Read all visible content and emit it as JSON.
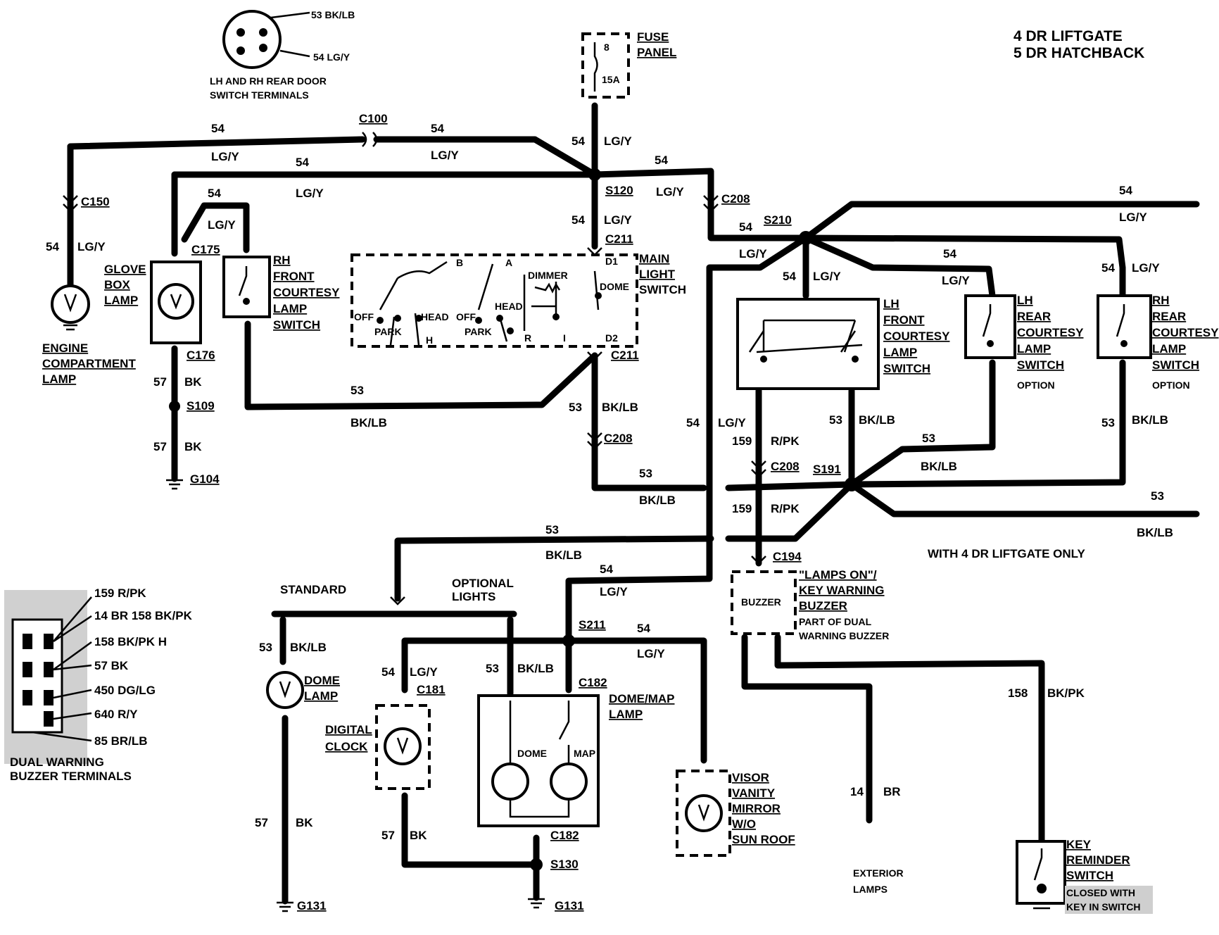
{
  "title": {
    "line1": "4 DR LIFTGATE",
    "line2": "5 DR HATCHBACK"
  },
  "door_terminals": {
    "wire_a": "53 BK/LB",
    "wire_b": "54 LG/Y",
    "label_line1": "LH AND RH  REAR DOOR",
    "label_line2": "SWITCH TERMINALS"
  },
  "fuse_panel": {
    "label_line1": "FUSE",
    "label_line2": "PANEL",
    "fuse_no": "8",
    "rating": "15A"
  },
  "connectors": {
    "c100": "C100",
    "c150": "C150",
    "c175": "C175",
    "c176": "C176",
    "c208": "C208",
    "c211": "C211",
    "c194": "C194",
    "c181": "C181",
    "c182": "C182"
  },
  "splices": {
    "s120": "S120",
    "s109": "S109",
    "s210": "S210",
    "s191": "S191",
    "s211": "S211",
    "s130": "S130"
  },
  "grounds": {
    "g104": "G104",
    "g131": "G131",
    "g131b": "G131"
  },
  "wire_nums": {
    "n54": "54",
    "n53": "53",
    "n57": "57",
    "n159": "159",
    "n158": "158",
    "n14": "14"
  },
  "wire_colors": {
    "lgy": "LG/Y",
    "bklb": "BK/LB",
    "bk": "BK",
    "rpk": "R/PK",
    "bkpk": "BK/PK",
    "br": "BR"
  },
  "components": {
    "engine_lamp": [
      "ENGINE",
      "COMPARTMENT",
      "LAMP"
    ],
    "glove_box": [
      "GLOVE",
      "BOX",
      "LAMP"
    ],
    "rh_front": [
      "RH",
      "FRONT",
      "COURTESY",
      "LAMP",
      "SWITCH"
    ],
    "main_light": [
      "MAIN",
      "LIGHT",
      "SWITCH"
    ],
    "lh_front": [
      "LH",
      "FRONT",
      "COURTESY",
      "LAMP",
      "SWITCH"
    ],
    "lh_rear": [
      "LH",
      "REAR",
      "COURTESY",
      "LAMP",
      "SWITCH"
    ],
    "rh_rear": [
      "RH",
      "REAR",
      "COURTESY",
      "LAMP",
      "SWITCH"
    ],
    "option": "OPTION",
    "buzzer_box": "BUZZER",
    "buzzer_label": [
      "\"LAMPS ON\"/",
      "KEY WARNING",
      "BUZZER"
    ],
    "buzzer_part": [
      "PART OF DUAL",
      "WARNING BUZZER"
    ],
    "dome_lamp": [
      "DOME",
      "LAMP"
    ],
    "digital_clock": [
      "DIGITAL",
      "CLOCK"
    ],
    "dome_map": [
      "DOME/MAP",
      "LAMP"
    ],
    "dome_word": "DOME",
    "map_word": "MAP",
    "visor": [
      "VISOR",
      "VANITY",
      "MIRROR",
      "W/O",
      "SUN ROOF"
    ],
    "key_reminder": [
      "KEY",
      "REMINDER",
      "SWITCH"
    ],
    "key_closed": [
      "CLOSED WITH",
      "KEY IN SWITCH"
    ],
    "exterior": [
      "EXTERIOR",
      "LAMPS"
    ]
  },
  "switch_labels": {
    "d1": "D1",
    "d2": "D2",
    "dome": "DOME",
    "dimmer": "DIMMER",
    "b": "B",
    "a": "A",
    "off": "OFF",
    "head": "HEAD",
    "park": "PARK",
    "h": "H",
    "r": "R",
    "i": "I"
  },
  "notes": {
    "liftgate_only": "WITH 4 DR LIFTGATE ONLY",
    "standard": "STANDARD",
    "optional1": "OPTIONAL",
    "optional2": "LIGHTS"
  },
  "dual_terminals": {
    "wires": [
      "159 R/PK",
      "14 BR 158 BK/PK",
      "158  BK/PK H",
      "57 BK",
      "450 DG/LG",
      "640 R/Y",
      "85 BR/LB"
    ],
    "label_line1": "DUAL WARNING",
    "label_line2": "BUZZER TERMINALS"
  }
}
